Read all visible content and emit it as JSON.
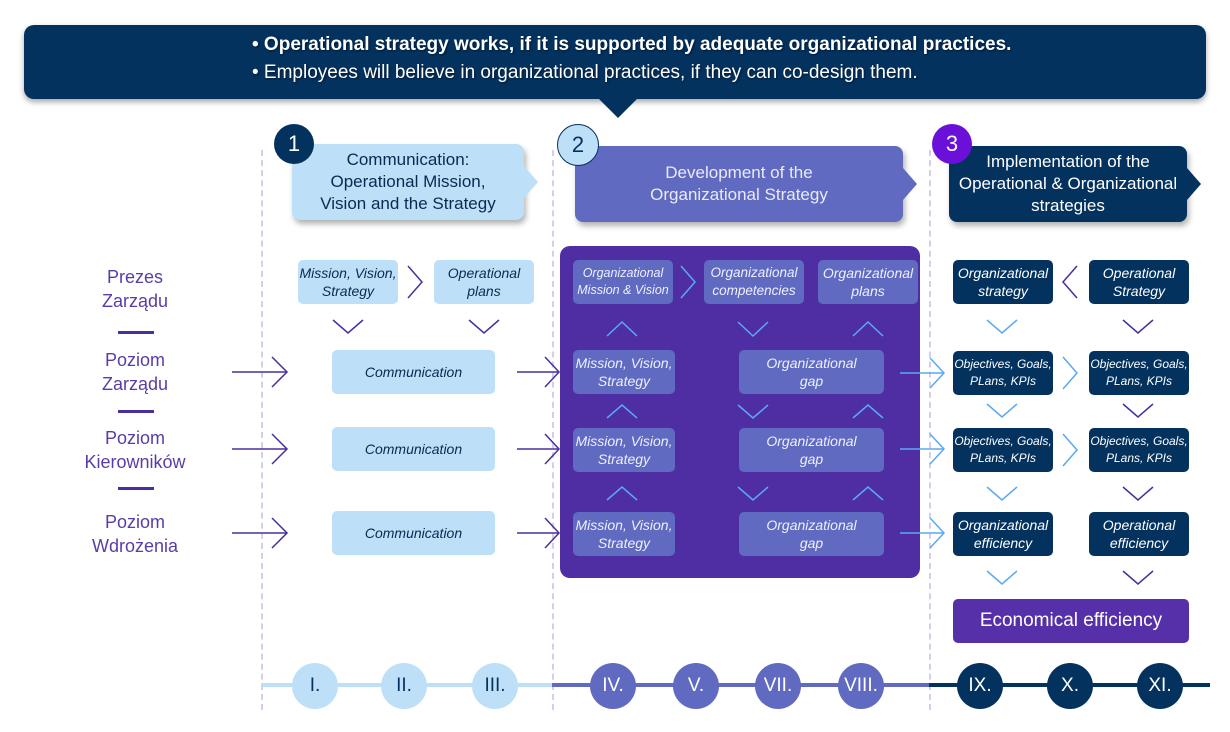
{
  "banner": {
    "line1": "• Operational strategy works, if it is supported by adequate organizational practices.",
    "line2": "• Employees will believe in organizational practices, if they can co-design them."
  },
  "phases": [
    {
      "number": "1",
      "title_lines": [
        "Communication:",
        "Operational Mission,",
        "Vision and the Strategy"
      ]
    },
    {
      "number": "2",
      "title_lines": [
        "Development of the",
        "Organizational Strategy"
      ]
    },
    {
      "number": "3",
      "title_lines": [
        "Implementation of the",
        "Operational & Organizational",
        "strategies"
      ]
    }
  ],
  "levels": [
    {
      "line1": "Prezes",
      "line2": "Zarządu"
    },
    {
      "line1": "Poziom",
      "line2": "Zarządu"
    },
    {
      "line1": "Poziom",
      "line2": "Kierowników"
    },
    {
      "line1": "Poziom",
      "line2": "Wdrożenia"
    }
  ],
  "phase1_boxes": {
    "mission": [
      "Mission, Vision,",
      "Strategy"
    ],
    "plans": [
      "Operational",
      "plans"
    ],
    "communication": [
      "Communication",
      "Communication",
      "Communication"
    ]
  },
  "phase2_boxes": {
    "org_mission": [
      "Organizational",
      "Mission & Vision"
    ],
    "org_competencies": [
      "Organizational",
      "competencies"
    ],
    "org_plans": [
      "Organizational",
      "plans"
    ],
    "mvs": [
      [
        "Mission, Vision,",
        "Strategy"
      ],
      [
        "Mission, Vision,",
        "Strategy"
      ],
      [
        "Mission, Vision,",
        "Strategy"
      ]
    ],
    "gap": [
      [
        "Organizational",
        "gap"
      ],
      [
        "Organizational",
        "gap"
      ],
      [
        "Organizational",
        "gap"
      ]
    ]
  },
  "phase3_boxes": {
    "org_strategy": [
      "Organizational",
      "strategy"
    ],
    "op_strategy": [
      "Operational",
      "Strategy"
    ],
    "objectives": [
      [
        "Objectives, Goals,",
        "PLans, KPIs"
      ],
      [
        "Objectives, Goals,",
        "PLans, KPIs"
      ],
      [
        "Objectives, Goals,",
        "PLans, KPIs"
      ],
      [
        "Objectives, Goals,",
        "PLans, KPIs"
      ]
    ],
    "org_efficiency": [
      "Organizational",
      "efficiency"
    ],
    "op_efficiency": [
      "Operational",
      "efficiency"
    ],
    "economical": "Economical efficiency"
  },
  "timeline": [
    "I.",
    "II.",
    "III.",
    "IV.",
    "V.",
    "VII.",
    "VIII.",
    "IX.",
    "X.",
    "XI."
  ],
  "colors": {
    "navy": "#04325f",
    "light_blue": "#bde0f8",
    "periwinkle": "#5f6ac0",
    "purple": "#4f2ea3",
    "violet_badge": "#6a10d8",
    "arrow_purple": "#4a2ea0",
    "arrow_light": "#5aaaf0"
  }
}
